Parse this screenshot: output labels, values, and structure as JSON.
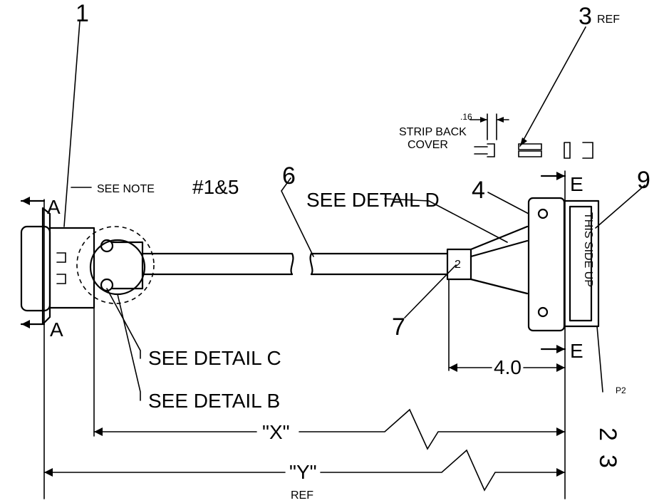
{
  "callouts": {
    "item_1": "1",
    "item_3": "3",
    "item_3_ref": "REF",
    "item_4": "4",
    "item_6": "6",
    "item_7": "7",
    "item_9": "9",
    "item_p2": "P2",
    "item_2": "2",
    "item_3b": "3",
    "wire_label": "2"
  },
  "notes": {
    "see_note": "SEE NOTE",
    "note_refs": "#1&5",
    "see_detail_d": "SEE DETAIL D",
    "see_detail_c": "SEE DETAIL C",
    "see_detail_b": "SEE DETAIL B"
  },
  "strip_back": {
    "dimension": ".16",
    "line1": "STRIP BACK",
    "line2": "COVER"
  },
  "connector_label": "THIS SIDE UP",
  "section_markers": {
    "section_a_top": "A",
    "section_a_bottom": "A",
    "section_e_top": "E",
    "section_e_bottom": "E"
  },
  "dimensions": {
    "d_4_0": "4.0",
    "d_x": "\"X\"",
    "d_y": "\"Y\"",
    "d_y_ref": "REF"
  }
}
